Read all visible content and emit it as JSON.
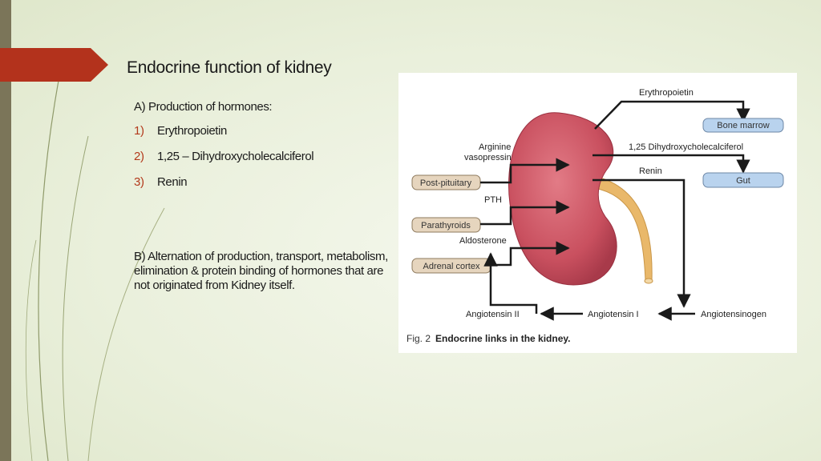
{
  "slide": {
    "title": "Endocrine function of kidney",
    "section_a": "A) Production of hormones:",
    "hormones": [
      {
        "num": "1)",
        "label": "Erythropoietin"
      },
      {
        "num": "2)",
        "label": "1,25 – Dihydroxycholecalciferol"
      },
      {
        "num": "3)",
        "label": "Renin"
      }
    ],
    "section_b": "B) Alternation of production, transport, metabolism, elimination & protein binding of hormones that are not originated from Kidney itself."
  },
  "figure": {
    "labels": {
      "erythropoietin": "Erythropoietin",
      "bone_marrow": "Bone marrow",
      "dihydroxy": "1,25 Dihydroxycholecalciferol",
      "renin": "Renin",
      "gut": "Gut",
      "arginine": "Arginine",
      "vasopressin": "vasopressin",
      "post_pituitary": "Post-pituitary",
      "pth": "PTH",
      "parathyroids": "Parathyroids",
      "aldosterone": "Aldosterone",
      "adrenal_cortex": "Adrenal cortex",
      "angiotensin_2": "Angiotensin II",
      "angiotensin_1": "Angiotensin I",
      "angiotensinogen": "Angiotensinogen"
    },
    "caption_prefix": "Fig. 2",
    "caption": "Endocrine links in the kidney."
  },
  "colors": {
    "accent": "#b33a1c",
    "kidney": "#c9505f",
    "ureter": "#e9b86a",
    "box_tan": "#e6d5be",
    "box_blue": "#b9d3ee"
  }
}
